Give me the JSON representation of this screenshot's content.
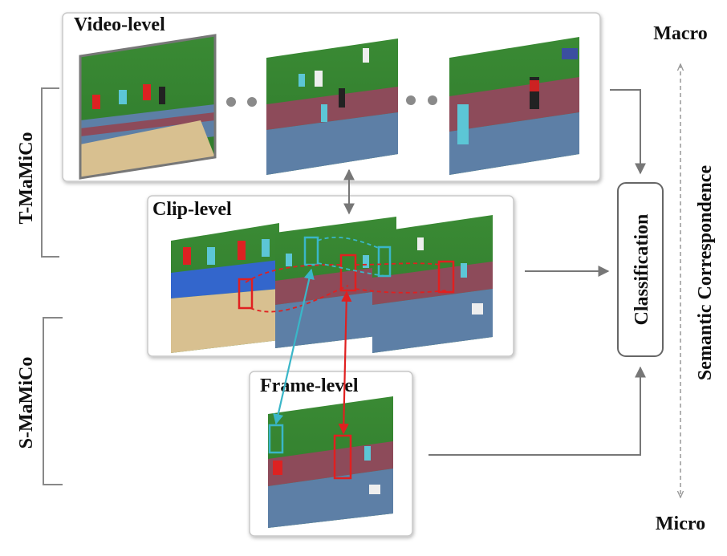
{
  "labels": {
    "video_level": "Video-level",
    "clip_level": "Clip-level",
    "frame_level": "Frame-level",
    "t_mamico": "T-MaMiCo",
    "s_mamico": "S-MaMiCo",
    "classification": "Classification",
    "semantic_correspondence": "Semantic Correspondence",
    "macro": "Macro",
    "micro": "Micro"
  },
  "colors": {
    "panel_border": "#c8c8c8",
    "arrow": "#777777",
    "grass": "#3f8f3a",
    "grass_dark": "#2f7a2c",
    "track": "#8d4b5a",
    "lane_blue": "#5d7fa6",
    "sand": "#d8c090",
    "box_red": "#e02020",
    "box_cyan": "#3ab6c8"
  },
  "icons": {
    "ellipsis": "dots-icon",
    "double_arrow": "bidirectional-arrow-icon",
    "dashed_arrow": "dashed-double-arrow-icon"
  }
}
